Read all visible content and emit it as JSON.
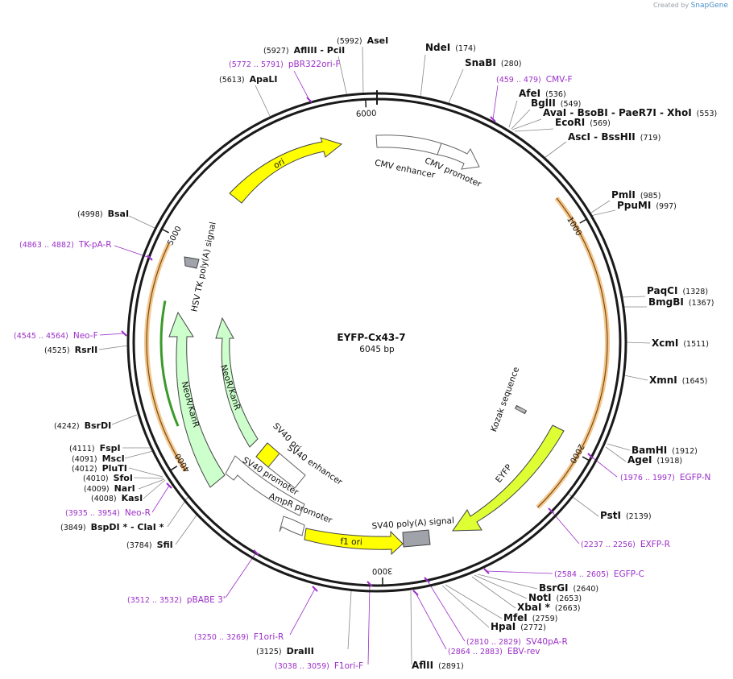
{
  "credit": {
    "prefix": "Created by",
    "brand": "SnapGene"
  },
  "plasmid": {
    "name": "EYFP-Cx43-7",
    "length_label": "6045 bp",
    "total_bp": 6045
  },
  "colors": {
    "primer": "#9b2fc8",
    "backbone": "#1a1a1a",
    "yellow_feature": "#ffff00",
    "green_feature": "#ccffcc",
    "eyfp_feature": "#ddff33",
    "orf_orange": "#f0b060",
    "terminator_grey": "#a0a4aa"
  },
  "ticks": [
    "1000",
    "2000",
    "3000",
    "4000",
    "5000",
    "6000"
  ],
  "features": [
    {
      "name": "ori",
      "label": "ori"
    },
    {
      "name": "cmv-enhancer",
      "label": "CMV enhancer"
    },
    {
      "name": "cmv-promoter",
      "label": "CMV promoter"
    },
    {
      "name": "kozak",
      "label": "Kozak sequence"
    },
    {
      "name": "eyfp",
      "label": "EYFP"
    },
    {
      "name": "sv40-polya",
      "label": "SV40 poly(A) signal"
    },
    {
      "name": "f1-ori",
      "label": "f1 ori"
    },
    {
      "name": "ampr-promoter",
      "label": "AmpR promoter"
    },
    {
      "name": "sv40-promoter",
      "label": "SV40 promoter"
    },
    {
      "name": "sv40-enhancer",
      "label": "SV40 enhancer"
    },
    {
      "name": "sv40-ori",
      "label": "SV40 ori"
    },
    {
      "name": "neor-1",
      "label": "NeoR/KanR"
    },
    {
      "name": "neor-2",
      "label": "NeoR/KanR"
    },
    {
      "name": "hsv-tk",
      "label": "HSV TK poly(A) signal"
    }
  ],
  "labels": [
    {
      "name": "AseI",
      "pos": "(5992)",
      "kind": "enzyme"
    },
    {
      "name": "AflIII  - PciI",
      "pos": "(5927)",
      "kind": "enzyme"
    },
    {
      "name": "pBR322ori-F",
      "pos": "(5772 .. 5791)",
      "kind": "primer"
    },
    {
      "name": "ApaLI",
      "pos": "(5613)",
      "kind": "enzyme"
    },
    {
      "name": "NdeI",
      "pos": "(174)",
      "kind": "enzyme"
    },
    {
      "name": "SnaBI",
      "pos": "(280)",
      "kind": "enzyme"
    },
    {
      "name": "CMV-F",
      "pos": "(459 .. 479)",
      "kind": "primer"
    },
    {
      "name": "AfeI",
      "pos": "(536)",
      "kind": "enzyme"
    },
    {
      "name": "BglII",
      "pos": "(549)",
      "kind": "enzyme"
    },
    {
      "name": "AvaI  - BsoBI  - PaeR7I  - XhoI",
      "pos": "(553)",
      "kind": "enzyme"
    },
    {
      "name": "EcoRI",
      "pos": "(569)",
      "kind": "enzyme"
    },
    {
      "name": "AscI  - BssHII",
      "pos": "(719)",
      "kind": "enzyme"
    },
    {
      "name": "PmlI",
      "pos": "(985)",
      "kind": "enzyme"
    },
    {
      "name": "PpuMI",
      "pos": "(997)",
      "kind": "enzyme"
    },
    {
      "name": "PaqCI",
      "pos": "(1328)",
      "kind": "enzyme"
    },
    {
      "name": "BmgBI",
      "pos": "(1367)",
      "kind": "enzyme"
    },
    {
      "name": "XcmI",
      "pos": "(1511)",
      "kind": "enzyme"
    },
    {
      "name": "XmnI",
      "pos": "(1645)",
      "kind": "enzyme"
    },
    {
      "name": "BamHI",
      "pos": "(1912)",
      "kind": "enzyme"
    },
    {
      "name": "AgeI",
      "pos": "(1918)",
      "kind": "enzyme"
    },
    {
      "name": "EGFP-N",
      "pos": "(1976 .. 1997)",
      "kind": "primer"
    },
    {
      "name": "PstI",
      "pos": "(2139)",
      "kind": "enzyme"
    },
    {
      "name": "EXFP-R",
      "pos": "(2237 .. 2256)",
      "kind": "primer"
    },
    {
      "name": "EGFP-C",
      "pos": "(2584 .. 2605)",
      "kind": "primer"
    },
    {
      "name": "BsrGI",
      "pos": "(2640)",
      "kind": "enzyme"
    },
    {
      "name": "NotI",
      "pos": "(2653)",
      "kind": "enzyme"
    },
    {
      "name": "XbaI *",
      "pos": "(2663)",
      "kind": "enzyme"
    },
    {
      "name": "MfeI",
      "pos": "(2759)",
      "kind": "enzyme"
    },
    {
      "name": "HpaI",
      "pos": "(2772)",
      "kind": "enzyme"
    },
    {
      "name": "SV40pA-R",
      "pos": "(2810 .. 2829)",
      "kind": "primer"
    },
    {
      "name": "EBV-rev",
      "pos": "(2864 .. 2883)",
      "kind": "primer"
    },
    {
      "name": "AflII",
      "pos": "(2891)",
      "kind": "enzyme"
    },
    {
      "name": "F1ori-F",
      "pos": "(3038 .. 3059)",
      "kind": "primer"
    },
    {
      "name": "DraIII",
      "pos": "(3125)",
      "kind": "enzyme"
    },
    {
      "name": "F1ori-R",
      "pos": "(3250 .. 3269)",
      "kind": "primer"
    },
    {
      "name": "pBABE 3'",
      "pos": "(3512 .. 3532)",
      "kind": "primer"
    },
    {
      "name": "SfiI",
      "pos": "(3784)",
      "kind": "enzyme"
    },
    {
      "name": "BspDI *  - ClaI *",
      "pos": "(3849)",
      "kind": "enzyme"
    },
    {
      "name": "Neo-R",
      "pos": "(3935 .. 3954)",
      "kind": "primer"
    },
    {
      "name": "KasI",
      "pos": "(4008)",
      "kind": "enzyme"
    },
    {
      "name": "NarI",
      "pos": "(4009)",
      "kind": "enzyme"
    },
    {
      "name": "SfoI",
      "pos": "(4010)",
      "kind": "enzyme"
    },
    {
      "name": "PluTI",
      "pos": "(4012)",
      "kind": "enzyme"
    },
    {
      "name": "MscI",
      "pos": "(4091)",
      "kind": "enzyme"
    },
    {
      "name": "FspI",
      "pos": "(4111)",
      "kind": "enzyme"
    },
    {
      "name": "BsrDI",
      "pos": "(4242)",
      "kind": "enzyme"
    },
    {
      "name": "RsrII",
      "pos": "(4525)",
      "kind": "enzyme"
    },
    {
      "name": "Neo-F",
      "pos": "(4545 .. 4564)",
      "kind": "primer"
    },
    {
      "name": "TK-pA-R",
      "pos": "(4863 .. 4882)",
      "kind": "primer"
    },
    {
      "name": "BsaI",
      "pos": "(4998)",
      "kind": "enzyme"
    }
  ]
}
